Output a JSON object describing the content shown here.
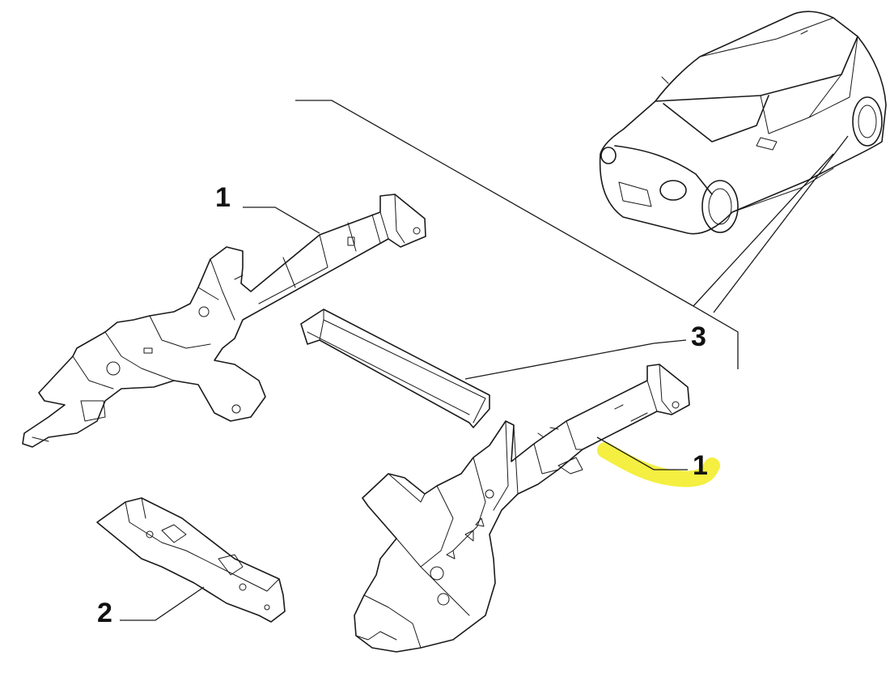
{
  "callouts": {
    "top_left": "1",
    "bottom_left": "2",
    "right_upper": "3",
    "right_lower": "1"
  },
  "colors": {
    "ink": "#1a1a1a",
    "highlight": "#f2ec1e",
    "background": "#ffffff"
  }
}
